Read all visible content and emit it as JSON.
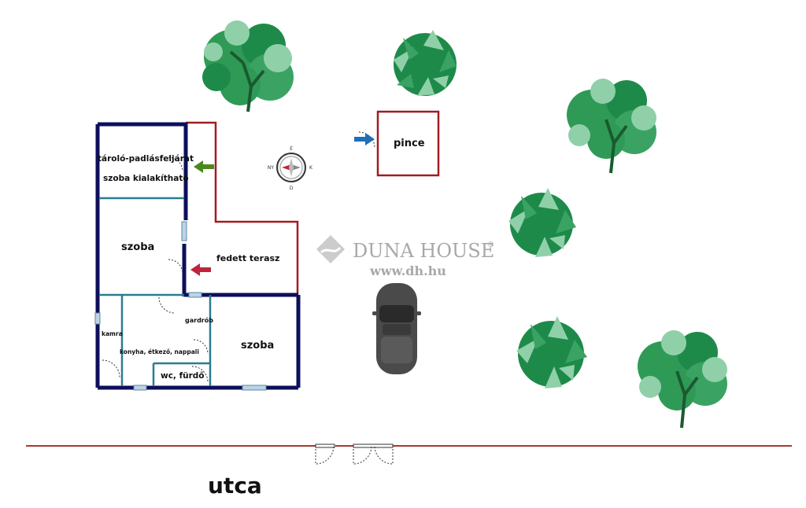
{
  "rooms": {
    "storage": "tároló-padlásfeljárat",
    "buildable_room": "szoba kialakítható",
    "room_left": "szoba",
    "covered_terrace": "fedett terasz",
    "pantry": "kamra",
    "kitchen": "konyha, étkező, nappali",
    "wardrobe": "gardrób",
    "room_right": "szoba",
    "bathroom": "wc, fürdő",
    "cellar": "pince"
  },
  "street_label": "utca",
  "watermark": {
    "brand": "DUNA HOUSE",
    "registered": "®",
    "url": "www.dh.hu"
  },
  "compass": {
    "north": "É",
    "east": "K",
    "south": "D",
    "west": "NY"
  },
  "colors": {
    "main_walls": "#0d0f5c",
    "partition_walls": "#2a7d8f",
    "outline_red": "#a11c22",
    "street_line": "#a83a30",
    "arrow_green": "#4a8a1d",
    "arrow_red": "#c0233d",
    "arrow_blue": "#1f6fb8",
    "tree_dark": "#1e8a4a",
    "tree_mid": "#3aa364",
    "tree_light": "#8fd0a8",
    "car_body": "#4a4a4a"
  }
}
